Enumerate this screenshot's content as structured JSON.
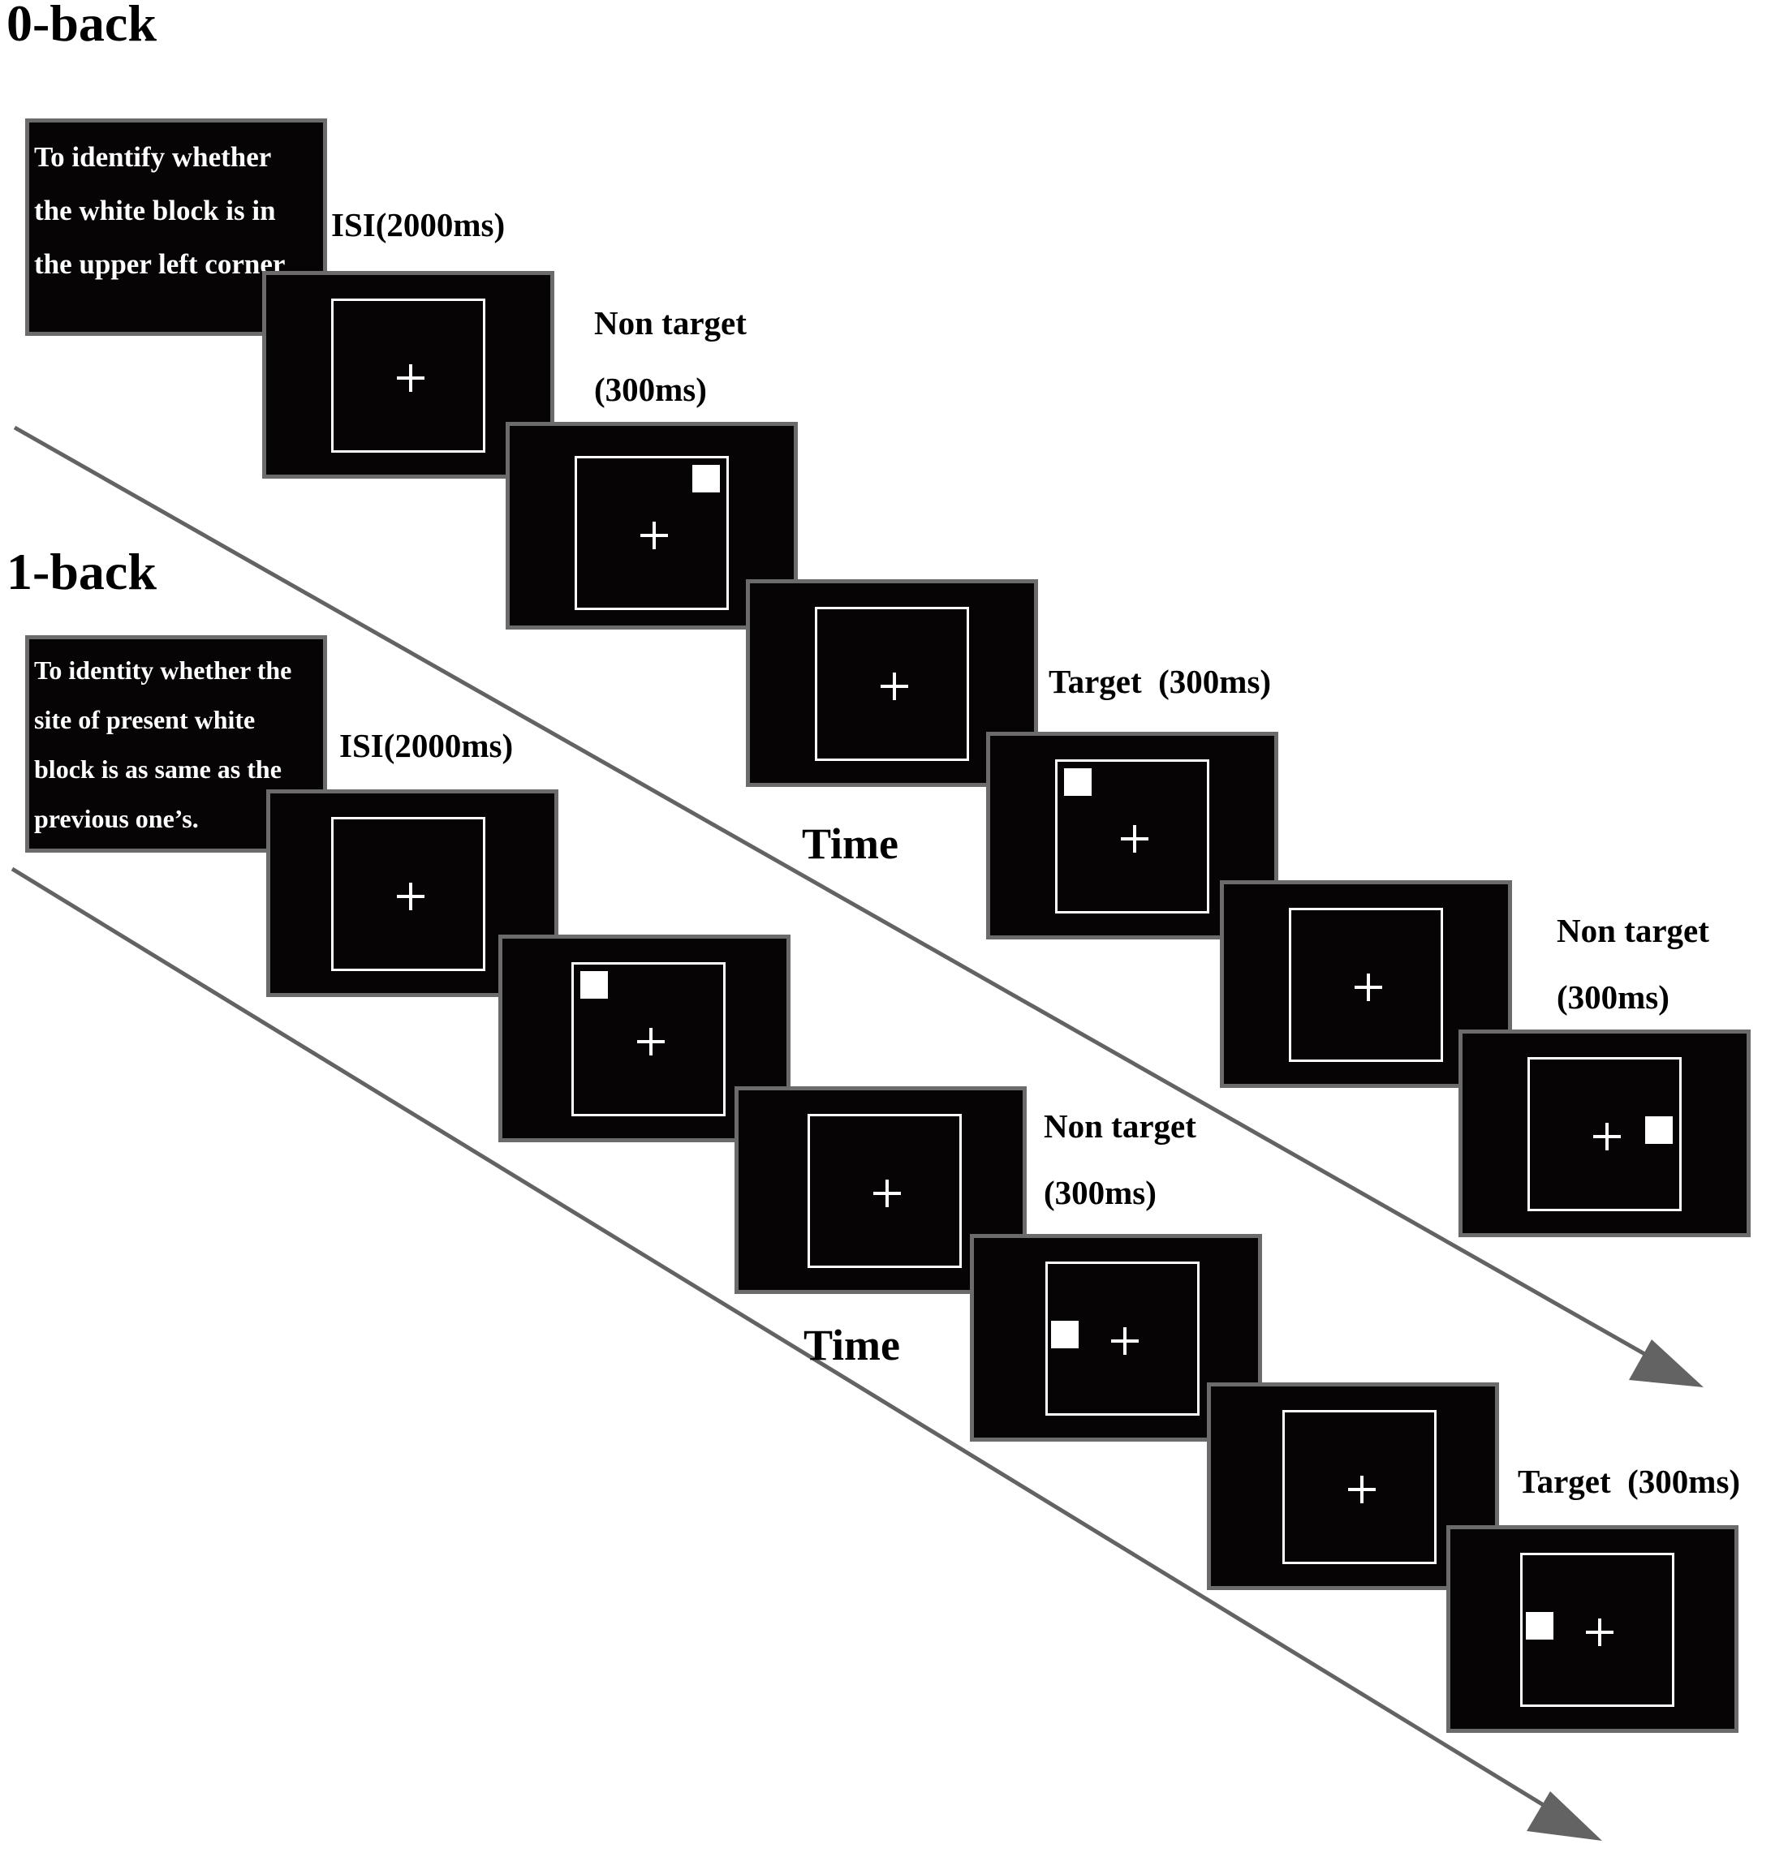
{
  "zero_back": {
    "heading": "0-back",
    "instruction": [
      "To identify whether",
      "the white block is in",
      "the upper left  corner"
    ],
    "isi": "ISI(2000ms)",
    "non_target_1": [
      "Non target",
      "(300ms)"
    ],
    "target": "Target  (300ms)",
    "non_target_2": [
      "Non target",
      "(300ms)"
    ],
    "time": "Time",
    "stimuli": [
      {
        "cross": "plus-icon"
      },
      {
        "cross": "plus-icon",
        "block": "top-right"
      },
      {
        "cross": "plus-icon"
      },
      {
        "cross": "plus-icon",
        "block": "top-left"
      },
      {
        "cross": "plus-icon"
      },
      {
        "cross": "plus-icon",
        "block": "right"
      }
    ]
  },
  "one_back": {
    "heading": "1-back",
    "instruction": [
      "To identity whether the",
      "site of present white",
      "block is as same as the",
      "previous one’s."
    ],
    "isi": "ISI(2000ms)",
    "non_target": [
      "Non target",
      "(300ms)"
    ],
    "target": "Target  (300ms)",
    "time": "Time",
    "stimuli": [
      {
        "cross": "plus-icon"
      },
      {
        "cross": "plus-icon",
        "block": "top-left"
      },
      {
        "cross": "plus-icon"
      },
      {
        "cross": "plus-icon",
        "block": "left"
      },
      {
        "cross": "plus-icon"
      },
      {
        "cross": "plus-icon",
        "block": "left"
      }
    ]
  },
  "colors": {
    "screen": "#060404",
    "border": "#6b6b6b",
    "arrow": "#636363",
    "stimulus": "#ffffff"
  }
}
